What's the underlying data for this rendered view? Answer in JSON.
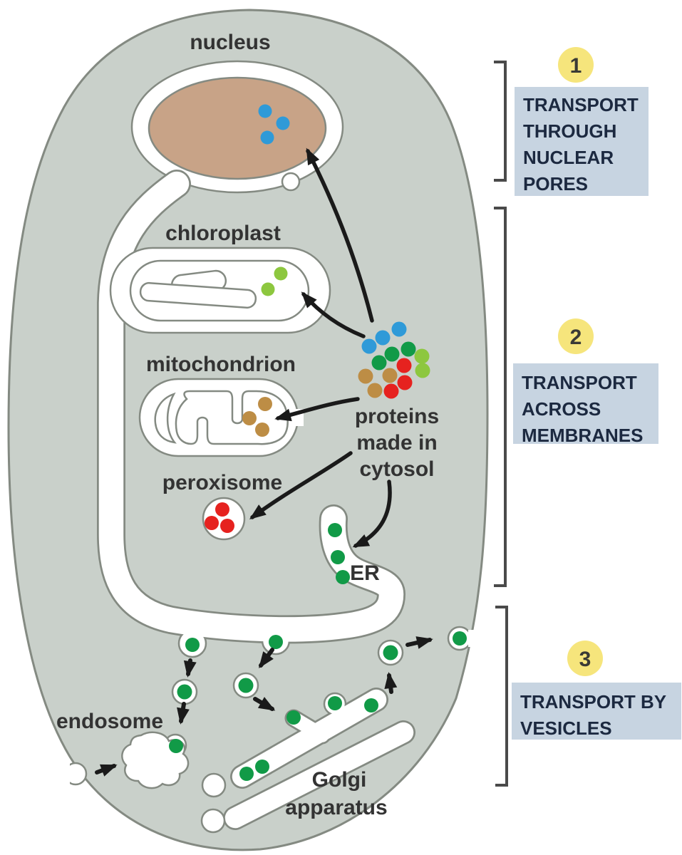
{
  "labels": {
    "nucleus": "nucleus",
    "chloroplast": "chloroplast",
    "mitochondrion": "mitochondrion",
    "peroxisome": "peroxisome",
    "er": "ER",
    "endosome": "endosome",
    "golgi_line1": "Golgi",
    "golgi_line2": "apparatus",
    "proteins_line1": "proteins",
    "proteins_line2": "made in",
    "proteins_line3": "cytosol"
  },
  "sections": [
    {
      "number": "1",
      "lines": [
        "TRANSPORT",
        "THROUGH",
        "NUCLEAR",
        "PORES"
      ]
    },
    {
      "number": "2",
      "lines": [
        "TRANSPORT",
        "ACROSS",
        "MEMBRANES"
      ]
    },
    {
      "number": "3",
      "lines": [
        "TRANSPORT BY",
        "VESICLES"
      ]
    }
  ],
  "colors": {
    "cell_fill": "#c9d0ca",
    "outline": "#848a82",
    "nucleus_fill": "#c8a387",
    "protein_blue": "#2f9ad8",
    "protein_green": "#119a47",
    "protein_lightgreen": "#8dc73f",
    "protein_red": "#e6221f",
    "protein_brown": "#bd8d45",
    "badge_yellow": "#f6e57c",
    "box_blue": "#c7d4e1",
    "box_text": "#1c2940",
    "bracket": "#4a4a4a",
    "arrow": "#1a1a1a",
    "label": "#333333"
  }
}
